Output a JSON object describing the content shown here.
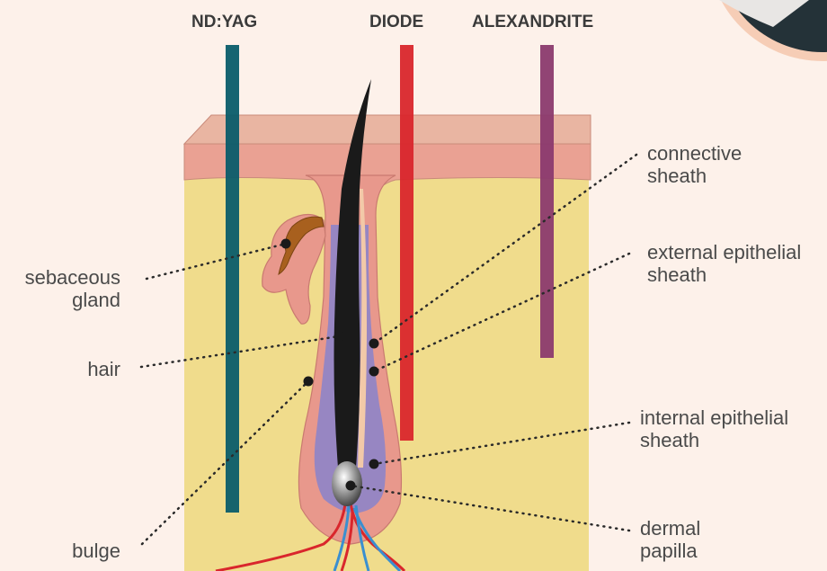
{
  "lasers": [
    {
      "name": "ND:YAG",
      "color": "#0a5c6a"
    },
    {
      "name": "DIODE",
      "color": "#d9262c"
    },
    {
      "name": "ALEXANDRITE",
      "color": "#8b3a6e"
    }
  ],
  "labels": {
    "connective_sheath": {
      "line1": "connective",
      "line2": "sheath"
    },
    "external_epithelial_sheath": {
      "line1": "external epithelial",
      "line2": "sheath"
    },
    "internal_epithelial_sheath": {
      "line1": "internal epithelial",
      "line2": "sheath"
    },
    "dermal_papilla": {
      "line1": "dermal",
      "line2": "papilla"
    },
    "sebaceous_gland": {
      "line1": "sebaceous",
      "line2": "gland"
    },
    "hair": "hair",
    "bulge": "bulge"
  },
  "colors": {
    "background": "#fdf1ea",
    "epidermis": "#e8a89a",
    "dermis": "#f0dc8c",
    "follicle": "#8c7fc8",
    "hair": "#1a1a1a",
    "artery": "#d9262c",
    "vein": "#3a8fd0"
  }
}
